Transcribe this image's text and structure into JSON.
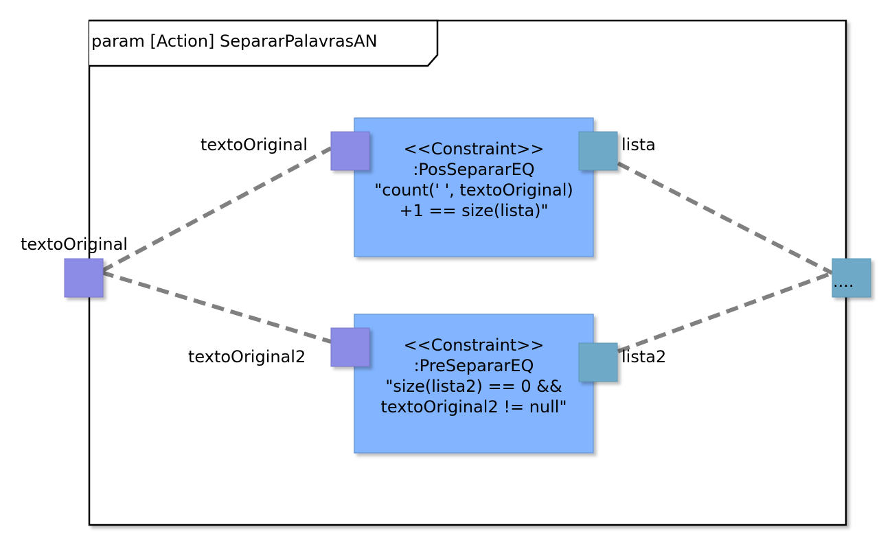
{
  "frame": {
    "title": "param [Action] SepararPalavrasAN"
  },
  "colors": {
    "block_fill": "#82b4ff",
    "block_border": "#6d9bd8",
    "port_in": "#8c8ce6",
    "port_out": "#6eaac8",
    "connector": "#808080",
    "frame_border": "#000000"
  },
  "blocks": [
    {
      "id": "pos",
      "stereotype": "<<Constraint>>",
      "name": ":PosSepararEQ",
      "expr_line1": "\"count(' ', textoOriginal)",
      "expr_line2": "+1 == size(lista)\""
    },
    {
      "id": "pre",
      "stereotype": "<<Constraint>>",
      "name": ":PreSepararEQ",
      "expr_line1": "\"size(lista2) == 0 &&",
      "expr_line2": "textoOriginal2 != null\""
    }
  ],
  "ports": {
    "outer_in_label": "textoOriginal",
    "outer_out_label": "....",
    "pos_in_label": "textoOriginal",
    "pos_out_label": "lista",
    "pre_in_label": "textoOriginal2",
    "pre_out_label": "lista2"
  }
}
